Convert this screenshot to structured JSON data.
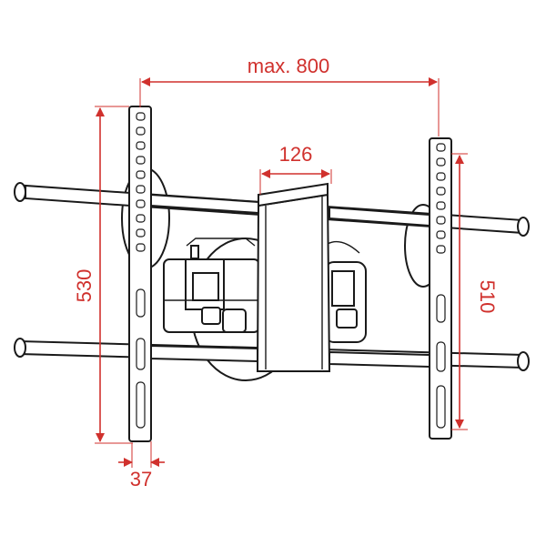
{
  "diagram": {
    "line_color": "#1a1a1a",
    "dimension_color": "#d0312d",
    "dimensions": {
      "max_width": "max. 800",
      "center_width": "126",
      "left_height": "530",
      "right_height": "510",
      "rail_width": "37"
    }
  }
}
